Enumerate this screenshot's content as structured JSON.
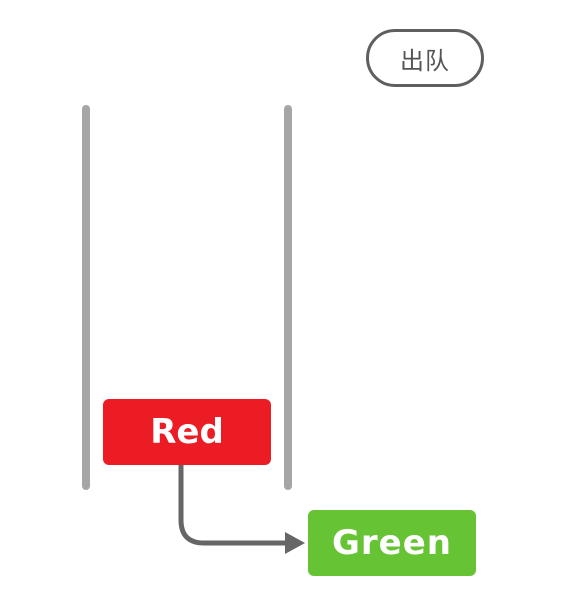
{
  "controls": {
    "dequeue_label": "出队"
  },
  "queue": {
    "items": [
      {
        "label": "Red",
        "color": "#ec1c24"
      }
    ],
    "dequeued": {
      "label": "Green",
      "color": "#66c434"
    }
  },
  "colors": {
    "wall": "#a6a6a6",
    "arrow": "#666666",
    "button_border": "#5f5f5f"
  }
}
